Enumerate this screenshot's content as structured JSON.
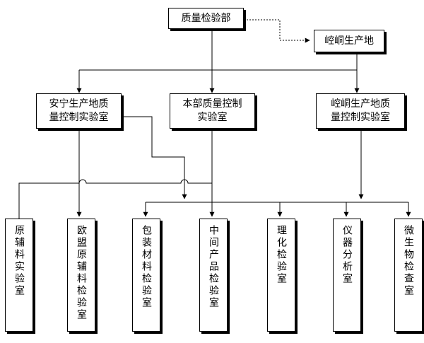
{
  "diagram": {
    "top": "质量检验部",
    "site": "崆峒生产地",
    "labs": {
      "anning": "安宁生产地质\n量控制实验室",
      "hq": "本部质量控制\n实验室",
      "kongtong": "崆峒生产地质\n量控制实验室"
    },
    "rooms": {
      "raw": "原辅料实验室",
      "eu": "欧盟原辅料检验室",
      "pack": "包装材料检验室",
      "mid": "中间产品检验室",
      "phys": "理化检验室",
      "instr": "仪器分析室",
      "micro": "微生物检查室"
    }
  }
}
